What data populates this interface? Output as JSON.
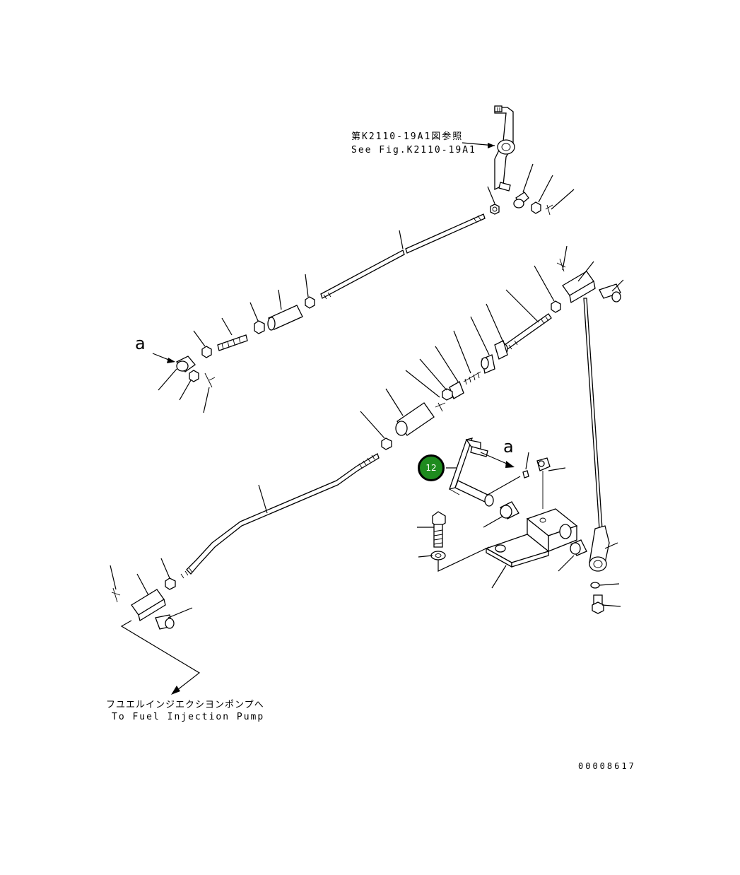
{
  "references": {
    "top_jp": "第K2110-19A1図参照",
    "top_en": "See Fig.K2110-19A1",
    "bottom_jp": "フユエルインジエクシヨンポンプへ",
    "bottom_en": "To Fuel Injection Pump"
  },
  "view_markers": [
    "a",
    "a"
  ],
  "callout": {
    "number": "12",
    "color": "#1e8b1e"
  },
  "drawing_number": "00008617"
}
